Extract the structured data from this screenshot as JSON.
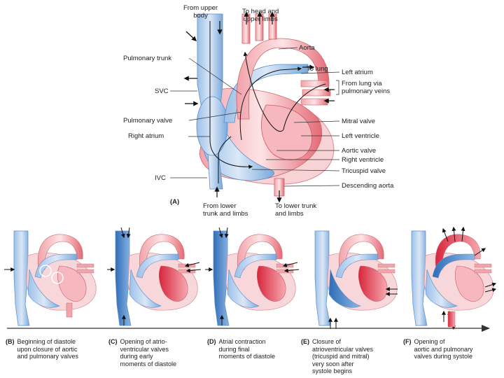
{
  "main": {
    "panel_letter": "(A)",
    "labels": {
      "from_upper_body": "From upper\nbody",
      "to_head": "To head and\nupper limbs",
      "aorta": "Aorta",
      "pulmonary_trunk": "Pulmonary trunk",
      "to_lung": "To lung",
      "left_atrium": "Left atrium",
      "from_lung": "From lung via\npulmonary veins",
      "svc": "SVC",
      "pulmonary_valve": "Pulmonary valve",
      "mitral_valve": "Mitral valve",
      "right_atrium": "Right atrium",
      "left_ventricle": "Left ventricle",
      "aortic_valve": "Aortic valve",
      "right_ventricle": "Right ventricle",
      "tricuspid_valve": "Tricuspid valve",
      "ivc": "IVC",
      "descending_aorta": "Descending aorta",
      "from_lower": "From lower\ntrunk and limbs",
      "to_lower": "To lower trunk\nand limbs"
    }
  },
  "stages": [
    {
      "letter": "(B)",
      "caption": "Beginning of diastole\nupon closure of aortic\nand pulmonary valves"
    },
    {
      "letter": "(C)",
      "caption": "Opening of atrio-\nventricular valves\nduring early\nmoments of diastole"
    },
    {
      "letter": "(D)",
      "caption": "Atrial contraction\nduring final\nmoments of diastole"
    },
    {
      "letter": "(E)",
      "caption": "Closure of\natrioventricular valves\n(tricuspid and mitral)\nvery soon after\nsystole begins"
    },
    {
      "letter": "(F)",
      "caption": "Opening of\naortic and pulmonary\nvalves during systole"
    }
  ],
  "colors": {
    "oxygenated": "#e0485a",
    "oxygenated_light": "#f4b6bc",
    "deoxygenated": "#4a86c8",
    "deoxygenated_light": "#b9d3ee",
    "timeline": "#333333"
  }
}
